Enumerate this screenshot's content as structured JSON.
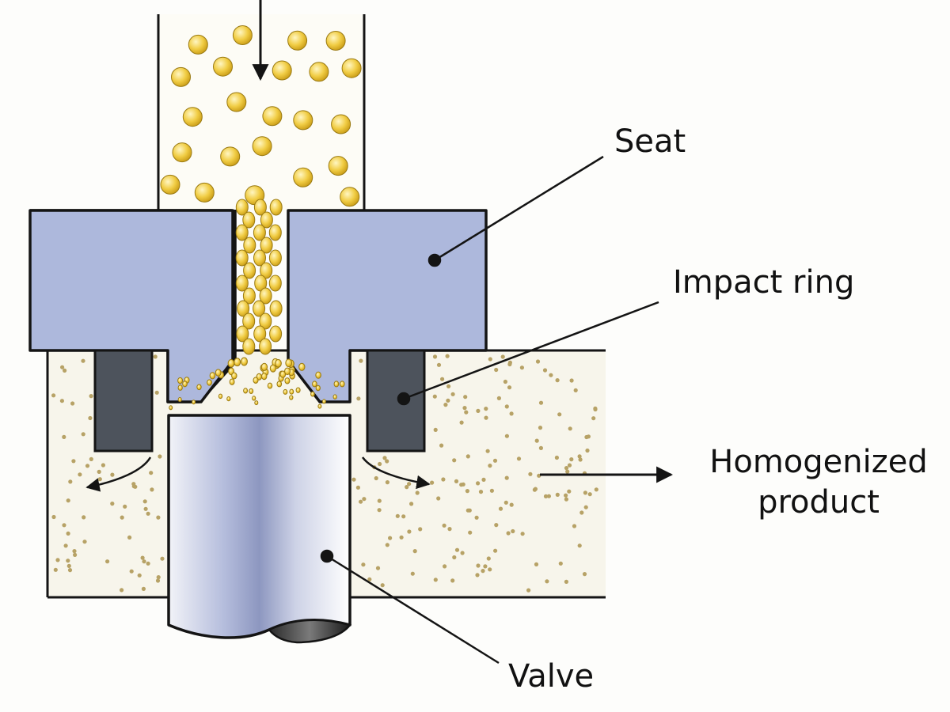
{
  "labels": {
    "seat": "Seat",
    "impact_ring": "Impact ring",
    "homogenized_line1": "Homogenized",
    "homogenized_line2": "product",
    "valve": "Valve"
  },
  "colors": {
    "seat_fill": "#adb8dc",
    "impact_ring_fill": "#4d535c",
    "outline": "#141414",
    "particle_large": "#efc73a",
    "particle_small": "#b7a266",
    "chamber_fill": "#f7f5eb",
    "valve_mid": "#8d97c0"
  },
  "icons": {
    "flow_in": "arrow-down-icon",
    "flow_out": "arrow-right-icon",
    "deflection_left": "curved-arrow-left-icon",
    "deflection_right": "curved-arrow-right-icon"
  }
}
